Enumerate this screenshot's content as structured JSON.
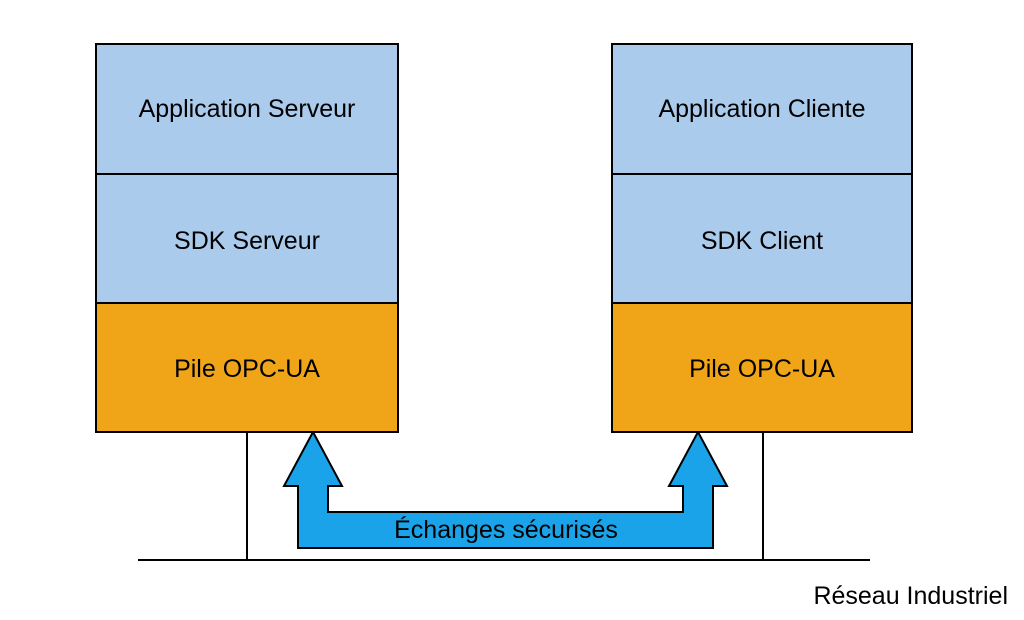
{
  "server_stack": {
    "application_label": "Application Serveur",
    "sdk_label": "SDK Serveur",
    "stack_label": "Pile OPC-UA"
  },
  "client_stack": {
    "application_label": "Application Cliente",
    "sdk_label": "SDK Client",
    "stack_label": "Pile OPC-UA"
  },
  "exchange_label": "Échanges sécurisés",
  "network_label": "Réseau Industriel",
  "colors": {
    "upper_layer_fill": "#abcbec",
    "stack_layer_fill": "#f0a518",
    "arrow_fill": "#1aa3e8",
    "outline": "#000000"
  }
}
